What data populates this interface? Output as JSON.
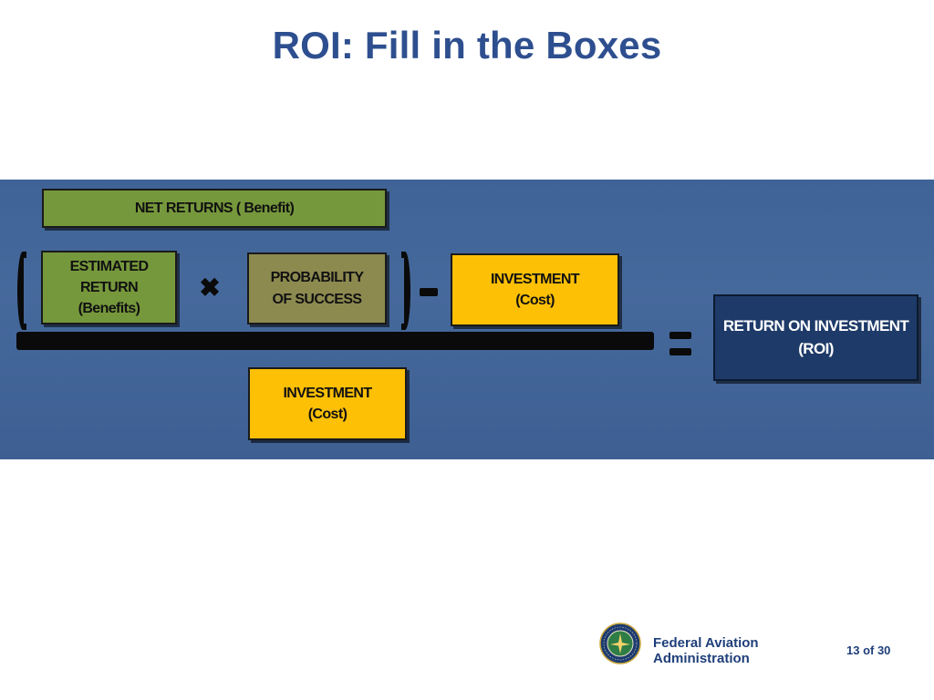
{
  "slide": {
    "title": "ROI: Fill in the Boxes",
    "boxes": {
      "net_returns": "NET RETURNS ( Benefit)",
      "estimated_return": "ESTIMATED RETURN\n(Benefits)",
      "probability": "PROBABILITY\nOF SUCCESS",
      "investment_top": "INVESTMENT\n(Cost)",
      "investment_bottom": "INVESTMENT\n(Cost)",
      "roi": "RETURN ON  INVESTMENT (ROI)"
    },
    "operators": {
      "multiply": "✖"
    },
    "colors": {
      "title": "#2e4f8f",
      "band": "#42659a",
      "green_box": "#76983c",
      "olive_box": "#8d8a50",
      "gold_box": "#fdc005",
      "roi_box": "#1e3a68"
    }
  },
  "footer": {
    "agency_line1": "Federal Aviation",
    "agency_line2": "Administration",
    "seal_icon": "faa-seal-icon",
    "page_number": "13 of 30"
  }
}
